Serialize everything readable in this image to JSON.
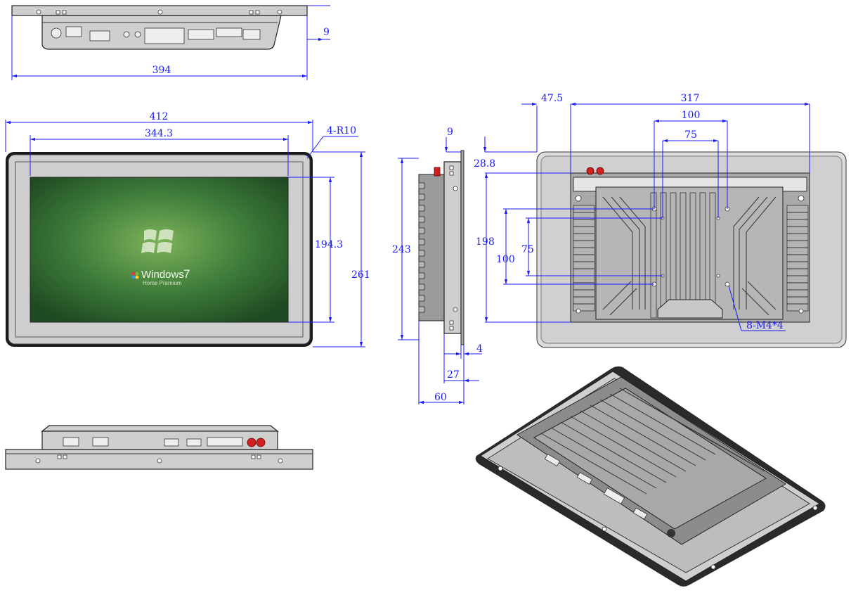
{
  "dimensions": {
    "top_width": "394",
    "top_depth": "9",
    "front_width": "412",
    "screen_width": "344.3",
    "corner_radius": "4-R10",
    "screen_height": "194.3",
    "front_height": "261",
    "side_bezel": "9",
    "side_height": "243",
    "side_front": "4",
    "side_depth_a": "27",
    "side_depth_b": "60",
    "rear_offset": "47.5",
    "rear_width": "317",
    "vesa_outer_w": "100",
    "vesa_inner_w": "75",
    "rear_top": "28.8",
    "rear_height": "198",
    "vesa_outer_h": "100",
    "vesa_inner_h": "75",
    "screw_spec": "8-M4*4"
  },
  "screen": {
    "brand": "Windows",
    "version": "7",
    "edition": "Home Premium"
  },
  "colors": {
    "dimension": "#1a1aff",
    "screen": "#3d7a3a"
  }
}
